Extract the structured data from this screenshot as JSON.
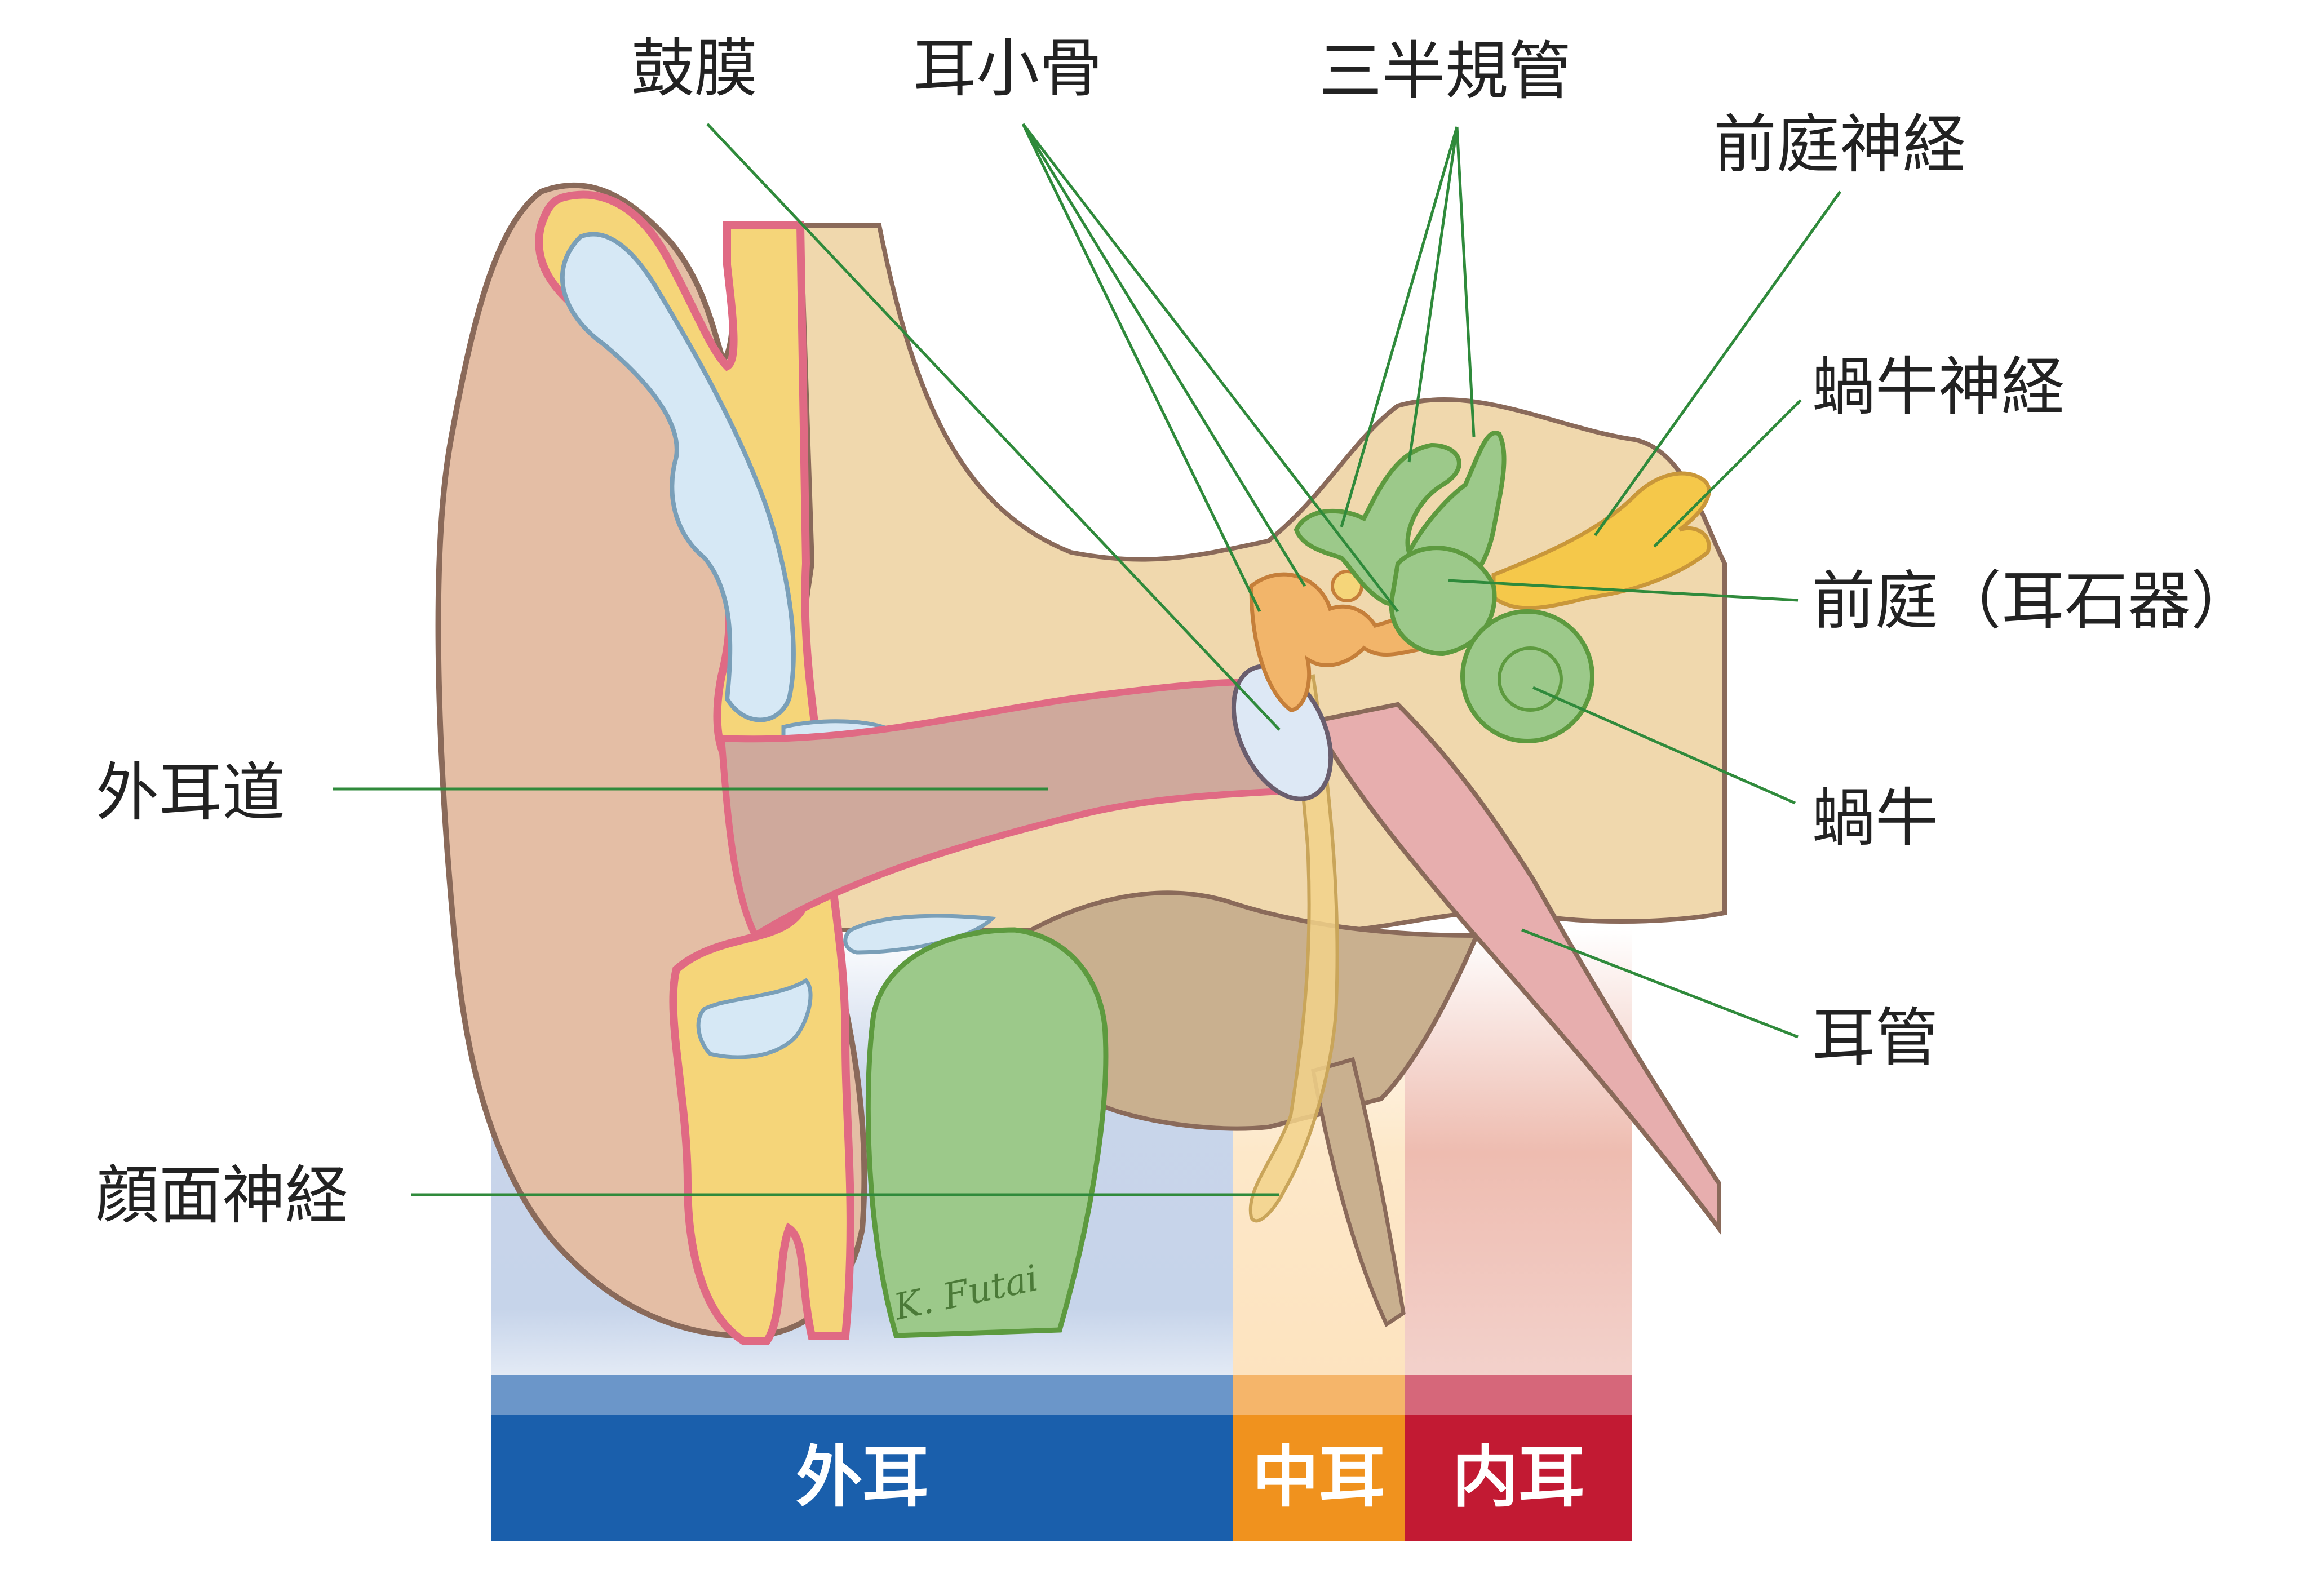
{
  "labels": {
    "komaku": "鼓膜",
    "jishokotsu": "耳小骨",
    "sanhankikan": "三半規管",
    "zenteishinkei": "前庭神経",
    "kagyushinkei": "蝸牛神経",
    "zentei": "前庭（耳石器）",
    "kagyu": "蝸牛",
    "jikan": "耳管",
    "gaijido": "外耳道",
    "ganmenshinkei": "顔面神経"
  },
  "regions": {
    "outer": "外耳",
    "middle": "中耳",
    "inner": "内耳"
  },
  "signature": "K. Futai",
  "colors": {
    "outer_band": "#1a5fac",
    "outer_band_light": "#6b96c9",
    "middle_band": "#f0921e",
    "middle_band_light": "#f5b56a",
    "inner_band": "#c21a33",
    "inner_band_light": "#d6677a",
    "skin": "#e4bea5",
    "cartilage": "#f5d579",
    "cartilage_edge": "#e06a84",
    "bone": "#f0d8ad",
    "labyrinth": "#9cc98a",
    "ossicles": "#f2b56a",
    "canal": "#cfa99c",
    "tube": "#e7aeae",
    "leader": "#2f8a3b"
  }
}
